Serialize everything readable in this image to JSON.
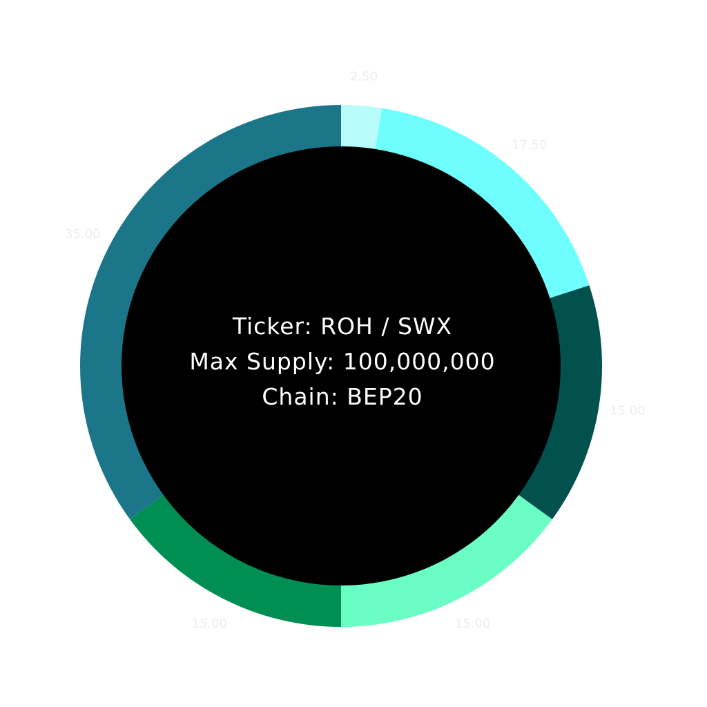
{
  "chart_data": {
    "type": "pie",
    "variant": "donut",
    "center_text": [
      "Ticker: ROH / SWX",
      "Max Supply: 100,000,000",
      "Chain: BEP20"
    ],
    "slices": [
      {
        "value": 2.5,
        "label": "2.50",
        "color": "#b8fcfc"
      },
      {
        "value": 17.5,
        "label": "17.50",
        "color": "#6ffefe"
      },
      {
        "value": 15.0,
        "label": "15.00",
        "color": "#03514f"
      },
      {
        "value": 15.0,
        "label": "15.00",
        "color": "#6afec4"
      },
      {
        "value": 15.0,
        "label": "15.00",
        "color": "#008e53"
      },
      {
        "value": 35.0,
        "label": "35.00",
        "color": "#1c768a"
      }
    ],
    "start_angle_deg": 0,
    "direction": "clockwise",
    "legend": "none",
    "center_fill": "#000000",
    "label_color": "#ececec"
  }
}
